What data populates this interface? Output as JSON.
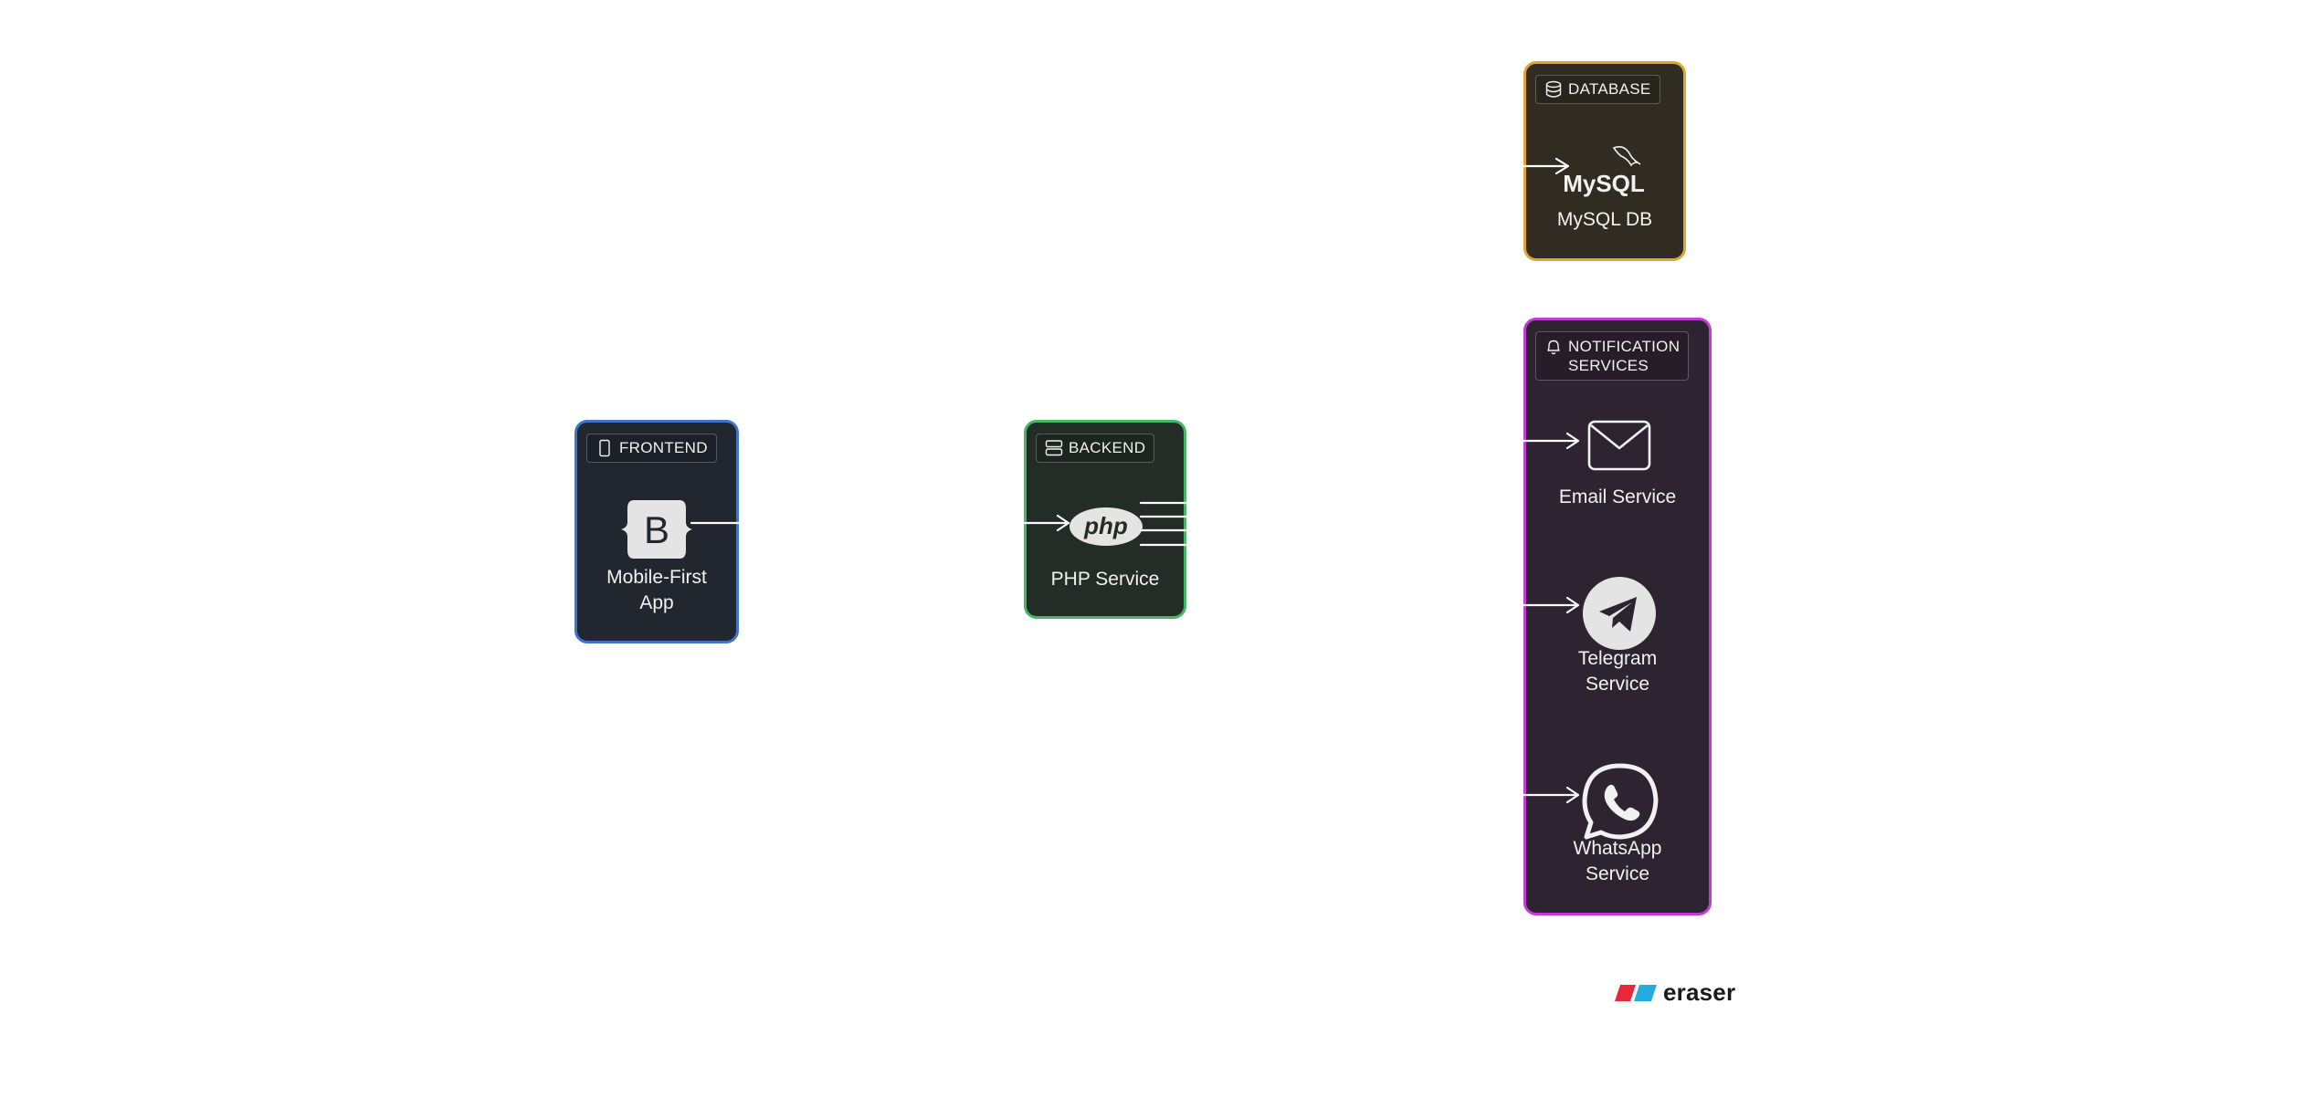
{
  "groups": {
    "frontend": {
      "label": "FRONTEND",
      "icon": "mobile-phone-icon",
      "border_color": "#3f73c9"
    },
    "backend": {
      "label": "BACKEND",
      "icon": "server-icon",
      "border_color": "#43b764"
    },
    "database": {
      "label": "DATABASE",
      "icon": "database-icon",
      "border_color": "#e0a436"
    },
    "notification": {
      "label_line1": "NOTIFICATION",
      "label_line2": "SERVICES",
      "icon": "bell-icon",
      "border_color": "#c13bd4"
    }
  },
  "nodes": {
    "app": {
      "label_line1": "Mobile-First",
      "label_line2": "App",
      "icon": "bootstrap-icon"
    },
    "php": {
      "label": "PHP Service",
      "icon": "php-icon",
      "icon_text": "php"
    },
    "mysql": {
      "label": "MySQL DB",
      "icon": "mysql-icon",
      "icon_text": "MySQL"
    },
    "email": {
      "label": "Email Service",
      "icon": "envelope-icon"
    },
    "telegram": {
      "label_line1": "Telegram",
      "label_line2": "Service",
      "icon": "telegram-icon"
    },
    "whatsapp": {
      "label_line1": "WhatsApp",
      "label_line2": "Service",
      "icon": "whatsapp-icon"
    }
  },
  "bootstrap_letter": "B",
  "brand": {
    "name": "eraser",
    "icon": "eraser-logo-icon",
    "colors": [
      "#e8283a",
      "#27a9e1"
    ]
  },
  "edge_color": "#ffffff"
}
